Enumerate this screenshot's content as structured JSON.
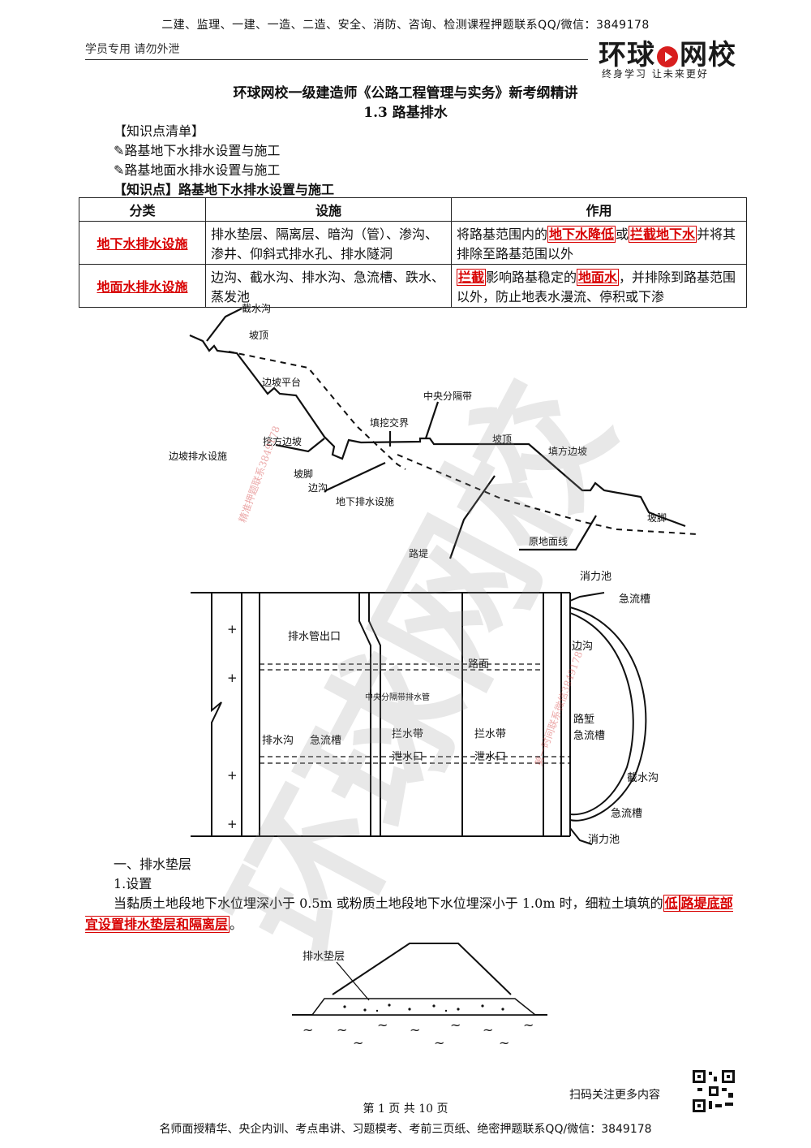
{
  "header": {
    "top_banner": "二建、监理、一建、一造、二造、安全、消防、咨询、检测课程押题联系QQ/微信：3849178",
    "student_note": "学员专用 请勿外泄",
    "logo_main_left": "环球",
    "logo_main_right": "网校",
    "logo_sub": "终身学习 让未来更好"
  },
  "doc": {
    "title": "环球网校一级建造师《公路工程管理与实务》新考纲精讲",
    "subtitle": "1.3 路基排水",
    "list_heading": "【知识点清单】",
    "list_items": [
      "✎路基地下水排水设置与施工",
      "✎路基地面水排水设置与施工"
    ],
    "kp_heading": "【知识点】路基地下水排水设置与施工"
  },
  "table": {
    "headers": [
      "分类",
      "设施",
      "作用"
    ],
    "rows": [
      {
        "category": "地下水排水设施",
        "facilities": "排水垫层、隔离层、暗沟（管）、渗沟、渗井、仰斜式排水孔、排水隧洞",
        "func_1": "将路基范围内的",
        "func_2": "地下水降低",
        "func_3": "或",
        "func_4": "拦截地下水",
        "func_5": "并将其排除至路基范围以外"
      },
      {
        "category": "地面水排水设施",
        "facilities": "边沟、截水沟、排水沟、急流槽、跌水、蒸发池",
        "func_1": "拦截",
        "func_2": "影响路基稳定的",
        "func_3": "地面水",
        "func_4": "，并排除到路基范围以外，防止地表水漫流、停积或下渗"
      }
    ]
  },
  "fig1": {
    "labels": {
      "intercept": "截水沟",
      "top": "坡顶",
      "platform": "边坡平台",
      "median": "中央分隔带",
      "fillcut": "填挖交界",
      "cutslope": "挖方边坡",
      "slopefac": "边坡排水设施",
      "toe": "坡脚",
      "side": "边沟",
      "sub": "地下排水设施",
      "top2": "坡顶",
      "fillslope": "填方边坡",
      "toe2": "坡脚",
      "ground": "原地面线",
      "embank": "路堤"
    }
  },
  "fig2": {
    "labels": {
      "basin1": "消力池",
      "chute1": "急流槽",
      "outlet": "排水管出口",
      "pavement": "路面",
      "sideditch": "边沟",
      "median_pipe": "中央分隔带排水管",
      "shoulder": "路堑",
      "chute_r": "急流槽",
      "drain": "排水沟",
      "chute_l": "急流槽",
      "curb_l": "拦水带",
      "curb_r": "拦水带",
      "spill_l": "泄水口",
      "spill_r": "泄水口",
      "intercept": "截水沟",
      "chute2": "急流槽",
      "basin2": "消力池"
    }
  },
  "section": {
    "h1": "一、排水垫层",
    "h2": "1.设置",
    "para_1": "当黏质土地段地下水位埋深小于 0.5m 或粉质土地段地下水位埋深小于 1.0m 时，细粒土填筑的",
    "para_hl_1": "低",
    "para_hl_2": "路堤底部宜设置排水垫层和隔离层",
    "para_end": "。"
  },
  "fig3": {
    "label": "排水垫层"
  },
  "watermark": {
    "text": "环球网校",
    "side_1": "精准押题联系3849178",
    "side_2": "第一时间联系微信3849178"
  },
  "footer": {
    "scan": "扫码关注更多内容",
    "page": "第 1 页 共 10 页",
    "bottom": "名师面授精华、央企内训、考点串讲、习题模考、考前三页纸、绝密押题联系QQ/微信：3849178"
  }
}
